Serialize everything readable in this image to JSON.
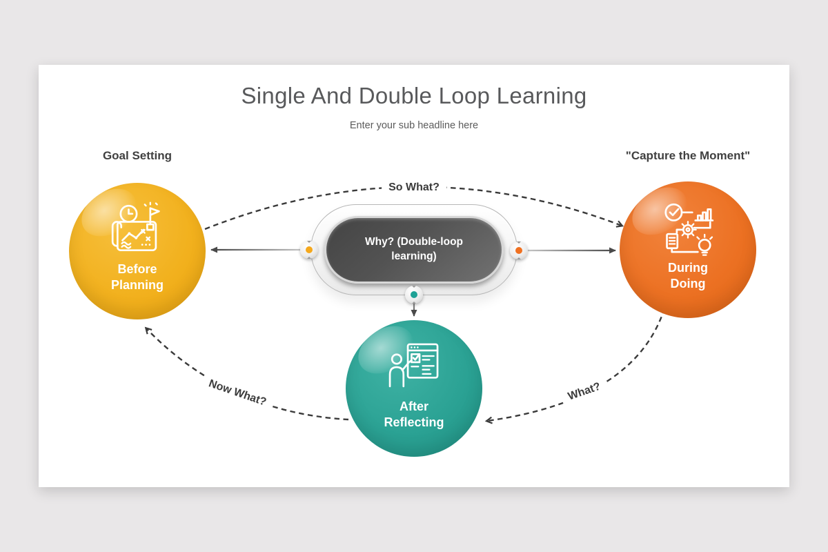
{
  "title": "Single And Double Loop Learning",
  "subtitle": "Enter your sub headline here",
  "center_pill": {
    "label": "Why? (Double-loop learning)"
  },
  "circles": {
    "before": {
      "heading": "Goal Setting",
      "line1": "Before",
      "line2": "Planning",
      "color": "#F2B11E",
      "icon": "planning-map-icon"
    },
    "during": {
      "heading": "\"Capture the Moment\"",
      "line1": "During",
      "line2": "Doing",
      "color": "#EC7123",
      "icon": "process-workflow-icon"
    },
    "after": {
      "line1": "After",
      "line2": "Reflecting",
      "color": "#2BA294",
      "icon": "reflecting-presentation-icon"
    }
  },
  "loop_labels": {
    "top": "So What?",
    "bottom_left": "Now What?",
    "bottom_right": "What?"
  },
  "connector_dots": {
    "left": "#F5A81C",
    "right": "#F07020",
    "bottom": "#1FA296"
  },
  "colors": {
    "canvas_background": "#E9E7E8",
    "slide_background": "#FFFFFF",
    "title_text": "#58595B",
    "heading_text": "#404040",
    "arrow": "#3B3B3B",
    "pill_dark": "#535353"
  }
}
